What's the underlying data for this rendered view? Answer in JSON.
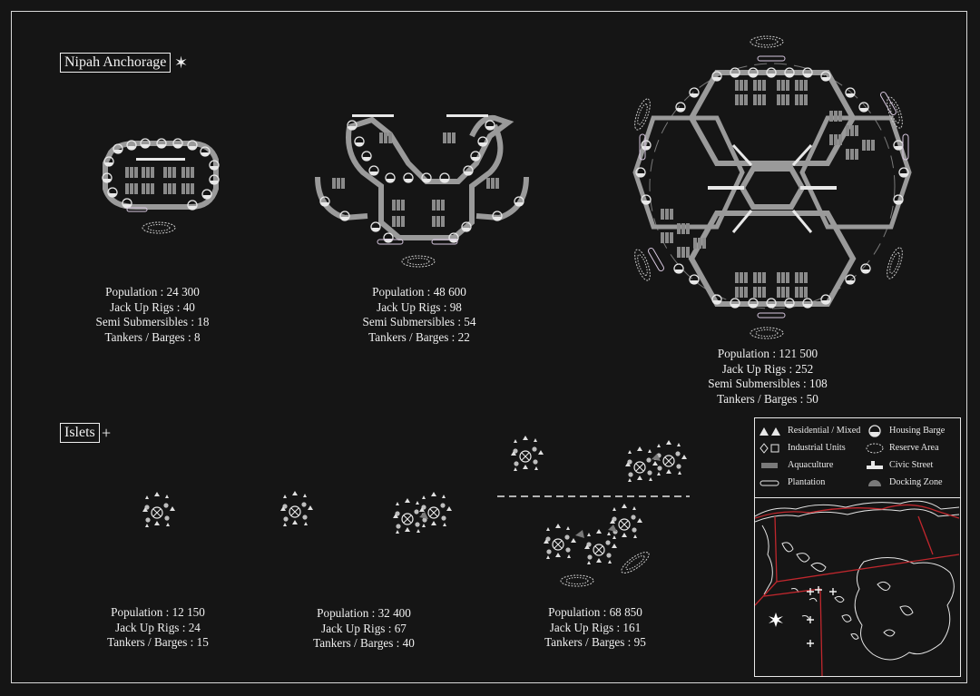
{
  "sections": {
    "anchorage": {
      "title": "Nipah Anchorage",
      "glyph": "✶"
    },
    "islets": {
      "title": "Islets",
      "glyph": "+"
    }
  },
  "labels": {
    "population": "Population",
    "jack_up": "Jack Up Rigs",
    "semi_sub": "Semi Submersibles",
    "tankers": "Tankers / Barges"
  },
  "anchorage_configs": [
    {
      "population": "24 300",
      "jack_up_rigs": "40",
      "semi_submersibles": "18",
      "tankers_barges": "8"
    },
    {
      "population": "48 600",
      "jack_up_rigs": "98",
      "semi_submersibles": "54",
      "tankers_barges": "22"
    },
    {
      "population": "121 500",
      "jack_up_rigs": "252",
      "semi_submersibles": "108",
      "tankers_barges": "50"
    }
  ],
  "islet_configs": [
    {
      "population": "12 150",
      "jack_up_rigs": "24",
      "tankers_barges": "15"
    },
    {
      "population": "32 400",
      "jack_up_rigs": "67",
      "tankers_barges": "40"
    },
    {
      "population": "68 850",
      "jack_up_rigs": "161",
      "tankers_barges": "95"
    }
  ],
  "legend": {
    "residential": "Residential / Mixed",
    "housing_barge": "Housing Barge",
    "industrial": "Industrial Units",
    "reserve": "Reserve Area",
    "aquaculture": "Aquaculture",
    "civic": "Civic Street",
    "plantation": "Plantation",
    "docking": "Docking Zone"
  },
  "colors": {
    "background": "#151515",
    "line": "#e8e8e8",
    "boundary": "#c0272d",
    "docking": "#7a7a7a"
  }
}
